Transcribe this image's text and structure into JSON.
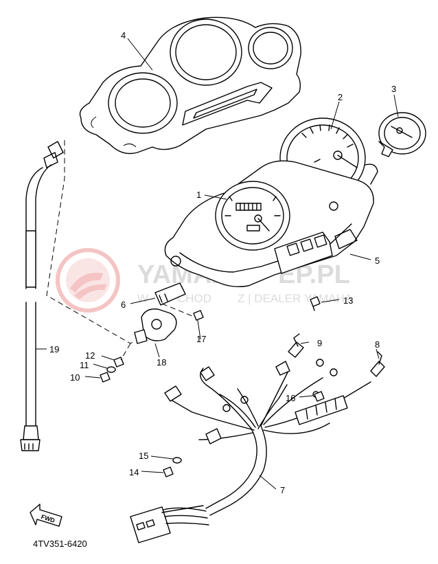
{
  "diagram": {
    "catalog_code": "4TV351-6420",
    "fwd_arrow_text": "FWD",
    "watermark": {
      "brand": "YAMAZ",
      "brand_suffix": "EP.PL",
      "tagline_left": "W",
      "tagline_mid": "CHOD",
      "tagline_right": "Z | DEALER YAMAHA"
    },
    "callouts": [
      {
        "id": "c1",
        "number": "1"
      },
      {
        "id": "c2",
        "number": "2"
      },
      {
        "id": "c3",
        "number": "3"
      },
      {
        "id": "c4",
        "number": "4"
      },
      {
        "id": "c5",
        "number": "5"
      },
      {
        "id": "c6",
        "number": "6"
      },
      {
        "id": "c7",
        "number": "7"
      },
      {
        "id": "c8",
        "number": "8"
      },
      {
        "id": "c9",
        "number": "9"
      },
      {
        "id": "c10",
        "number": "10"
      },
      {
        "id": "c11",
        "number": "11"
      },
      {
        "id": "c12",
        "number": "12"
      },
      {
        "id": "c13",
        "number": "13"
      },
      {
        "id": "c14",
        "number": "14"
      },
      {
        "id": "c15",
        "number": "15"
      },
      {
        "id": "c16",
        "number": "16"
      },
      {
        "id": "c17",
        "number": "17"
      },
      {
        "id": "c18",
        "number": "18"
      },
      {
        "id": "c19",
        "number": "19"
      }
    ]
  }
}
